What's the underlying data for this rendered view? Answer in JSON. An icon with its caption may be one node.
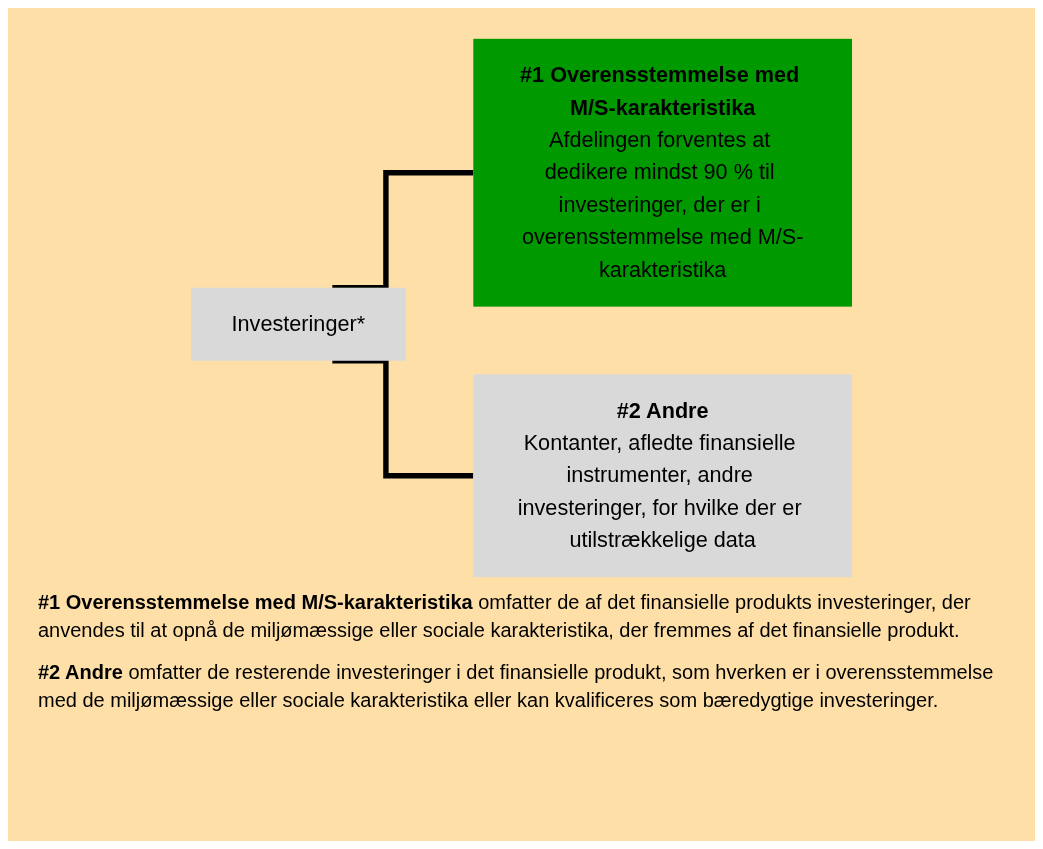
{
  "diagram": {
    "nodes": [
      {
        "text": [
          "Investeringer*"
        ]
      },
      {
        "text": [
          "#1 Overensstemmelse med M/S-karakteristika",
          "Afdelingen forventes at dedikere mindst 90 % til investeringer, der er i overensstemmelse med M/S-karakteristika"
        ]
      },
      {
        "text": [
          "#2 Andre",
          "Kontanter, afledte finansielle instrumenter, andre investeringer, for hvilke der er utilstrækkelige data"
        ]
      }
    ],
    "edges": [
      {
        "from": 0,
        "to": 1,
        "arrow": "none"
      },
      {
        "from": 0,
        "to": 2,
        "arrow": "none"
      }
    ],
    "labels": [
      "**#1 Overensstemmelse med M/S-karakteristika** omfatter de af det finansielle produkts investeringer, der anvendes til at opnå de miljømæssige eller sociale karakteristika, der fremmes af det finansielle produkt.",
      "**#2 Andre** omfatter de resterende investeringer i det finansielle produkt, som hverken er i overensstemmelse med de miljømæssige eller sociale karakteristika eller kan kvalificeres som bæredygtige investeringer."
    ]
  }
}
